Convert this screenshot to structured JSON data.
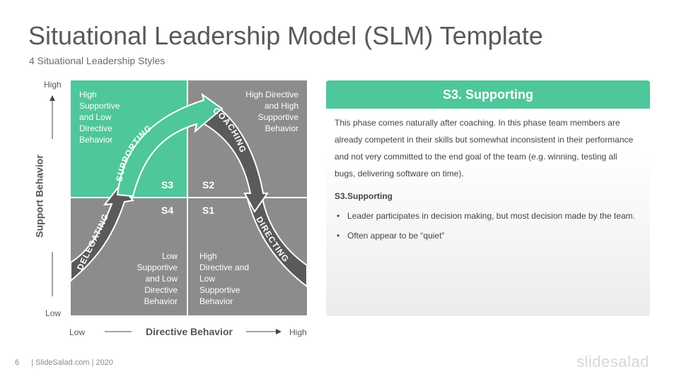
{
  "header": {
    "title": "Situational Leadership Model (SLM) Template",
    "subtitle": "4 Situational Leadership Styles"
  },
  "model": {
    "y_axis": {
      "high": "High",
      "low": "Low",
      "label": "Support Behavior"
    },
    "x_axis": {
      "low": "Low",
      "high": "High",
      "label": "Directive Behavior"
    },
    "quadrants": {
      "s3_text": [
        "High",
        "Supportive",
        "and Low",
        "Directive",
        "Behavior"
      ],
      "s2_text": [
        "High Directive",
        "and High",
        "Supportive",
        "Behavior"
      ],
      "s4_text": [
        "Low",
        "Supportive",
        "and Low",
        "Directive",
        "Behavior"
      ],
      "s1_text": [
        "High",
        "Directive and",
        "Low",
        "Supportive",
        "Behavior"
      ]
    },
    "style_labels": {
      "s3": "S3",
      "s2": "S2",
      "s4": "S4",
      "s1": "S1"
    },
    "arrow_labels": {
      "supporting": "SUPPORTING",
      "coaching": "COACHING",
      "delegating": "DELEGATING",
      "directing": "DIRECTING"
    },
    "colors": {
      "highlight": "#4ec79b",
      "quadrant": "#8c8c8c",
      "arrow": "#5a5a5a"
    }
  },
  "panel": {
    "heading": "S3. Supporting",
    "description": "This phase comes naturally after coaching. In this phase team members are already competent in their skills but somewhat inconsistent in their performance and not very committed to the end goal of the team (e.g. winning, testing all bugs, delivering software on time).",
    "subheading": "S3.Supporting",
    "bullets": [
      "Leader participates in decision making, but most decision made by the team.",
      "Often appear to be “quiet”"
    ],
    "bullet_char": "•"
  },
  "footer": {
    "page_number": "6",
    "source": "| SlideSalad.com | 2020",
    "brand": "slidesalad"
  }
}
